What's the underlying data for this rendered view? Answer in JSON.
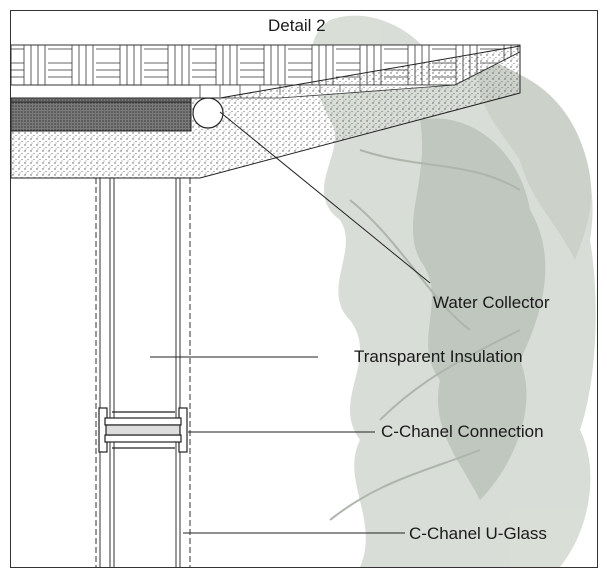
{
  "title": "Detail 2",
  "labels": {
    "water_collector": "Water Collector",
    "transparent_insulation": "Transparent Insulation",
    "c_channel_connection": "C-Chanel Connection",
    "c_channel_u_glass": "C-Chanel U-Glass"
  },
  "colors": {
    "line": "#1a1a1a",
    "foliage": "#9aa79a",
    "insulation": "#6e6e6e"
  }
}
